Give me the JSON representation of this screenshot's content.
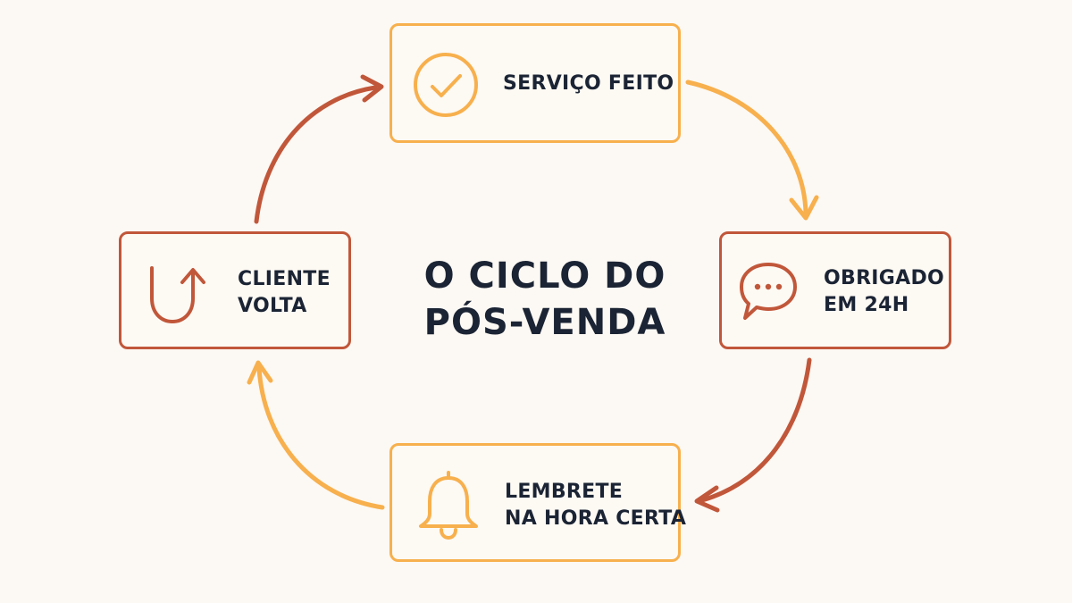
{
  "diagram": {
    "title_lines": [
      "O CICLO DO",
      "PÓS-VENDA"
    ],
    "colors": {
      "orange": "#f7b04d",
      "rust": "#c1573a",
      "text": "#1b2434",
      "background": "#fcf8f3"
    },
    "steps": [
      {
        "id": "servico",
        "lines": [
          "SERVIÇO FEITO"
        ],
        "icon": "check-circle-icon",
        "color": "orange"
      },
      {
        "id": "obrigado",
        "lines": [
          "OBRIGADO",
          "EM 24H"
        ],
        "icon": "chat-bubble-icon",
        "color": "rust"
      },
      {
        "id": "lembrete",
        "lines": [
          "LEMBRETE",
          "NA HORA CERTA"
        ],
        "icon": "bell-icon",
        "color": "orange"
      },
      {
        "id": "cliente",
        "lines": [
          "CLIENTE",
          "VOLTA"
        ],
        "icon": "return-arrow-icon",
        "color": "rust"
      }
    ],
    "flow": [
      {
        "from": "servico",
        "to": "obrigado",
        "color": "orange"
      },
      {
        "from": "obrigado",
        "to": "lembrete",
        "color": "rust"
      },
      {
        "from": "lembrete",
        "to": "cliente",
        "color": "orange"
      },
      {
        "from": "cliente",
        "to": "servico",
        "color": "rust"
      }
    ]
  }
}
